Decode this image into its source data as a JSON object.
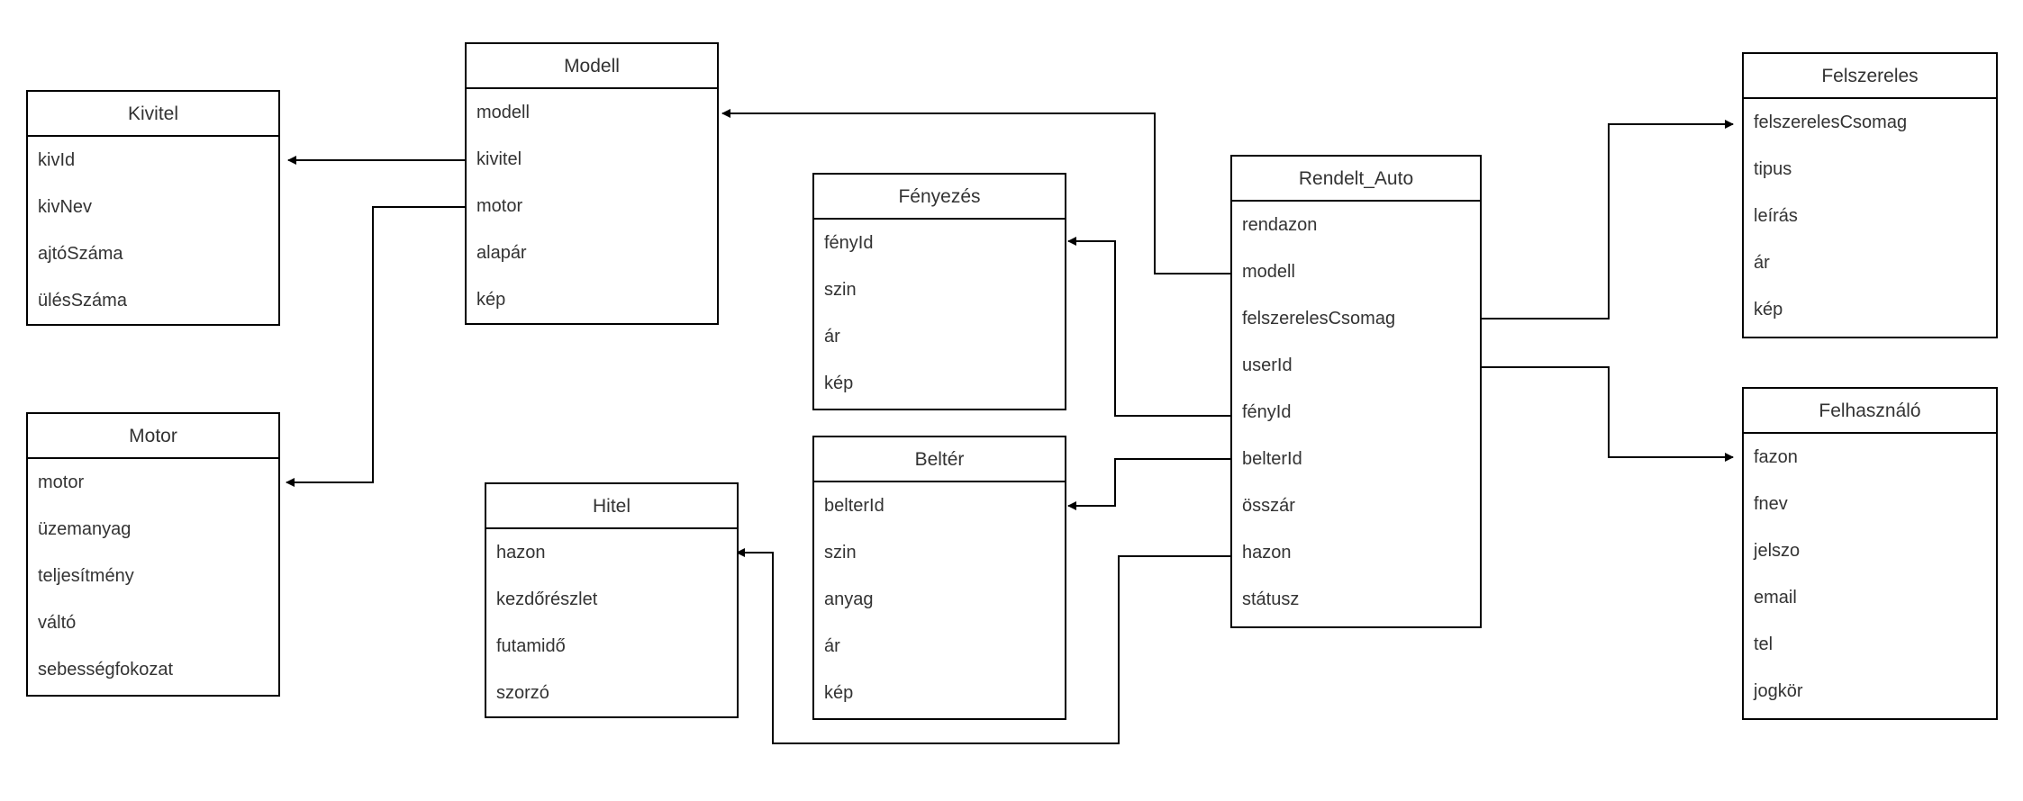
{
  "diagram": {
    "entities": [
      {
        "id": "kivitel",
        "title": "Kivitel",
        "attributes": [
          "kivId",
          "kivNev",
          "ajtóSzáma",
          "ülésSzáma"
        ]
      },
      {
        "id": "modell",
        "title": "Modell",
        "attributes": [
          "modell",
          "kivitel",
          "motor",
          "alapár",
          "kép"
        ]
      },
      {
        "id": "motor",
        "title": "Motor",
        "attributes": [
          "motor",
          "üzemanyag",
          "teljesítmény",
          "váltó",
          "sebességfokozat"
        ]
      },
      {
        "id": "fenyezes",
        "title": "Fényezés",
        "attributes": [
          "fényId",
          "szin",
          "ár",
          "kép"
        ]
      },
      {
        "id": "belter",
        "title": "Beltér",
        "attributes": [
          "belterId",
          "szin",
          "anyag",
          "ár",
          "kép"
        ]
      },
      {
        "id": "hitel",
        "title": "Hitel",
        "attributes": [
          "hazon",
          "kezdőrészlet",
          "futamidő",
          "szorzó"
        ]
      },
      {
        "id": "rendelt_auto",
        "title": "Rendelt_Auto",
        "attributes": [
          "rendazon",
          "modell",
          "felszerelesCsomag",
          "userId",
          "fényId",
          "belterId",
          "összár",
          "hazon",
          "státusz"
        ]
      },
      {
        "id": "felszereles",
        "title": "Felszereles",
        "attributes": [
          "felszerelesCsomag",
          "tipus",
          "leírás",
          "ár",
          "kép"
        ]
      },
      {
        "id": "felhasznalo",
        "title": "Felhasználó",
        "attributes": [
          "fazon",
          "fnev",
          "jelszo",
          "email",
          "tel",
          "jogkör"
        ]
      }
    ],
    "relations": [
      {
        "from": "modell.kivitel",
        "to": "kivitel.kivId"
      },
      {
        "from": "modell.motor",
        "to": "motor.motor"
      },
      {
        "from": "rendelt_auto.modell",
        "to": "modell.modell"
      },
      {
        "from": "rendelt_auto.fényId",
        "to": "fenyezes.fényId"
      },
      {
        "from": "rendelt_auto.belterId",
        "to": "belter.belterId"
      },
      {
        "from": "rendelt_auto.hazon",
        "to": "hitel.hazon"
      },
      {
        "from": "rendelt_auto.felszerelesCsomag",
        "to": "felszereles.felszerelesCsomag"
      },
      {
        "from": "rendelt_auto.userId",
        "to": "felhasznalo.fazon"
      }
    ]
  },
  "colors": {
    "border": "#000000",
    "text": "#333333",
    "background": "#ffffff"
  }
}
